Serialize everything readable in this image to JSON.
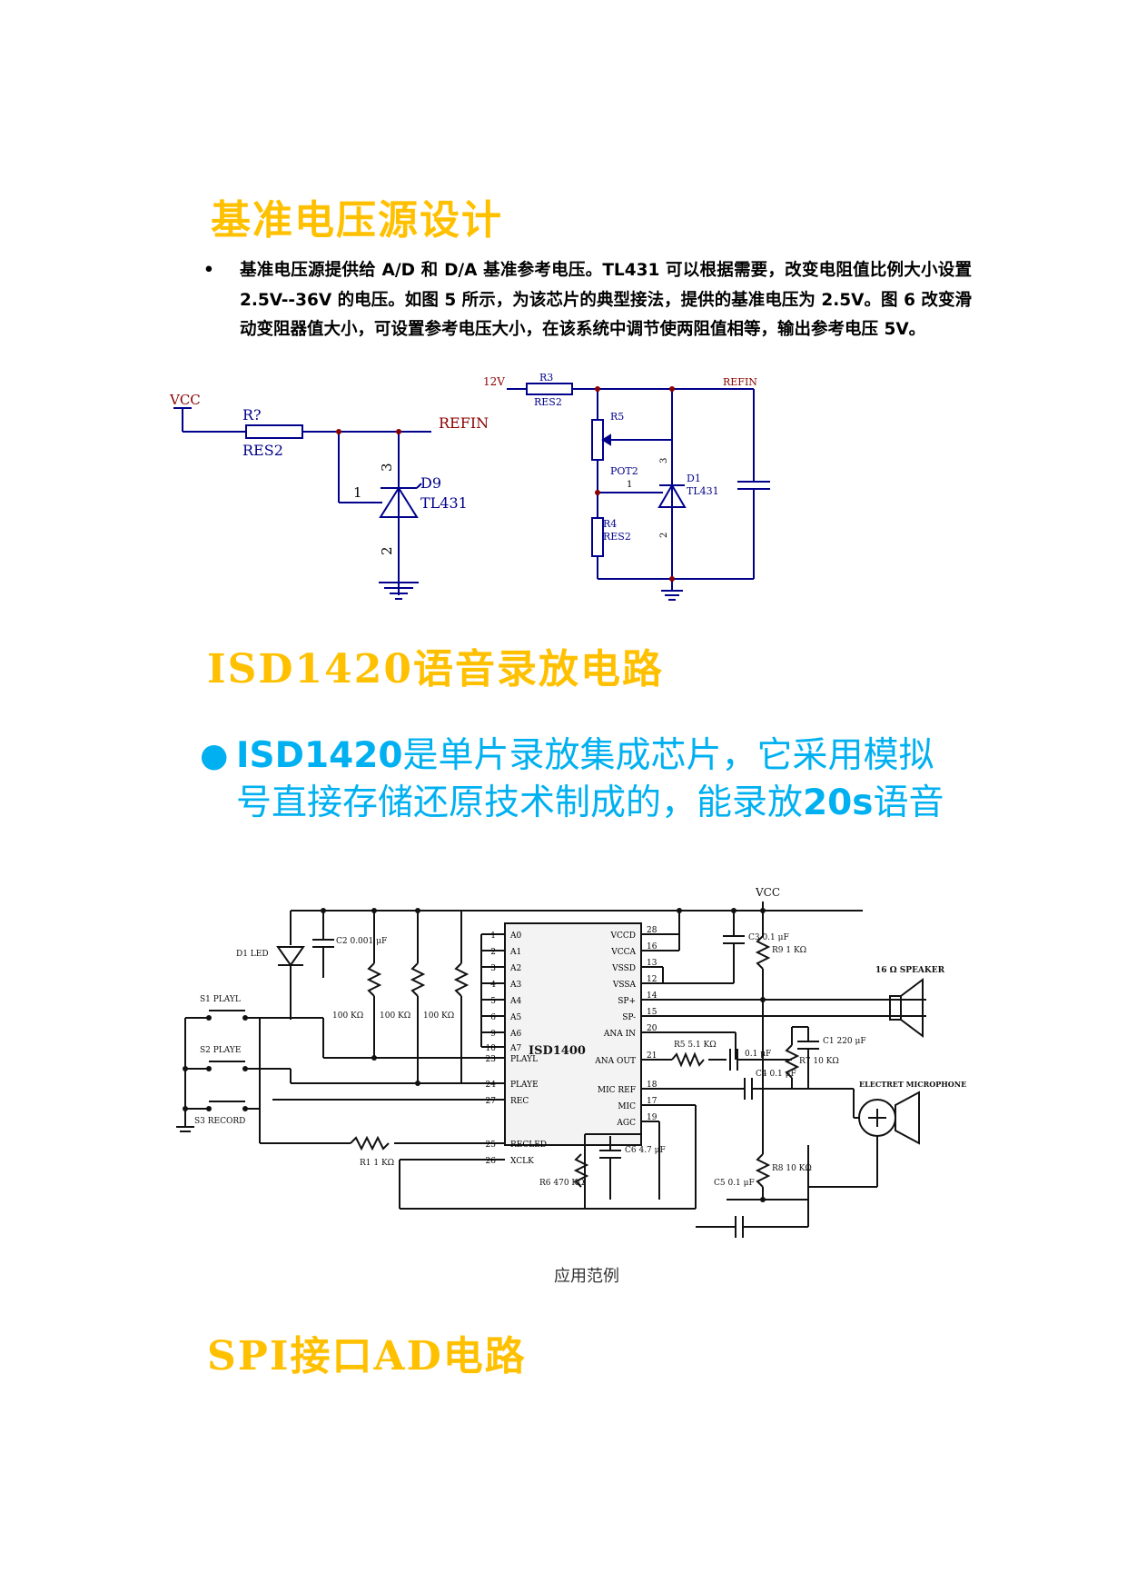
{
  "section1": {
    "heading": "基准电压源设计",
    "bullet": "•",
    "paragraph": "基准电压源提供给 A/D 和 D/A 基准参考电压。TL431 可以根据需要，改变电阻值比例大小设置 2.5V--36V 的电压。如图 5 所示，为该芯片的典型接法，提供的基准电压为 2.5V。图 6 改变滑动变阻器值大小，可设置参考电压大小，在该系统中调节使两阻值相等，输出参考电压 5V。"
  },
  "circuit_a": {
    "vcc": "VCC",
    "resistor_ref": "R?",
    "resistor_type": "RES2",
    "output": "REFIN",
    "diode_ref": "D9",
    "diode_type": "TL431",
    "pin1": "1",
    "pin2": "2",
    "pin3": "3"
  },
  "circuit_b": {
    "supply": "12V",
    "r3": "R3",
    "r3_type": "RES2",
    "output": "REFIN",
    "r5": "R5",
    "pot": "POT2",
    "r4": "R4",
    "r4_type": "RES2",
    "diode_ref": "D1",
    "diode_type": "TL431",
    "pin1": "1",
    "pin2": "2",
    "pin3": "3"
  },
  "section2": {
    "heading": "ISD1420语音录放电路",
    "bullet": "●",
    "bold1": "ISD1420",
    "text1": "是单片录放集成芯片，它采用模拟号直接存储还原技术制成的，能录放",
    "bold2": "20s",
    "text2": "语音"
  },
  "isd_circuit": {
    "vcc": "VCC",
    "chip": "ISD1400",
    "left_pins": [
      {
        "num": "1",
        "name": "A0"
      },
      {
        "num": "2",
        "name": "A1"
      },
      {
        "num": "3",
        "name": "A2"
      },
      {
        "num": "4",
        "name": "A3"
      },
      {
        "num": "5",
        "name": "A4"
      },
      {
        "num": "6",
        "name": "A5"
      },
      {
        "num": "9",
        "name": "A6"
      },
      {
        "num": "10",
        "name": "A7"
      },
      {
        "num": "23",
        "name": "PLAYL"
      },
      {
        "num": "24",
        "name": "PLAYE"
      },
      {
        "num": "27",
        "name": "REC"
      },
      {
        "num": "25",
        "name": "RECLED"
      },
      {
        "num": "26",
        "name": "XCLK"
      }
    ],
    "right_pins": [
      {
        "num": "28",
        "name": "VCCD"
      },
      {
        "num": "16",
        "name": "VCCA"
      },
      {
        "num": "13",
        "name": "VSSD"
      },
      {
        "num": "12",
        "name": "VSSA"
      },
      {
        "num": "14",
        "name": "SP+"
      },
      {
        "num": "15",
        "name": "SP-"
      },
      {
        "num": "20",
        "name": "ANA IN"
      },
      {
        "num": "21",
        "name": "ANA OUT"
      },
      {
        "num": "18",
        "name": "MIC REF"
      },
      {
        "num": "17",
        "name": "MIC"
      },
      {
        "num": "19",
        "name": "AGC"
      }
    ],
    "switches": [
      "S1 PLAYL",
      "S2 PLAYE",
      "S3 RECORD"
    ],
    "led": "D1 LED",
    "c2": "C2 0.001 μF",
    "r2": "100 KΩ",
    "r3": "100 KΩ",
    "r4": "100 KΩ",
    "r1": "R1 1 KΩ",
    "r5": "R5 5.1 KΩ",
    "r6": "R6 470 KΩ",
    "r7": "R7 10 KΩ",
    "r8": "R8 10 KΩ",
    "r9": "R9 1 KΩ",
    "c3": "C3 0.1 μF",
    "c4": "C4 0.1 μF",
    "c5": "C5 0.1 μF",
    "c6": "C6 4.7 μF",
    "c1": "C1 220 μF",
    "c7": "0.1 μF",
    "speaker": "16 Ω SPEAKER",
    "mic": "ELECTRET MICROPHONE",
    "caption": "应用范例"
  },
  "section3": {
    "heading": "SPI接口AD电路"
  }
}
